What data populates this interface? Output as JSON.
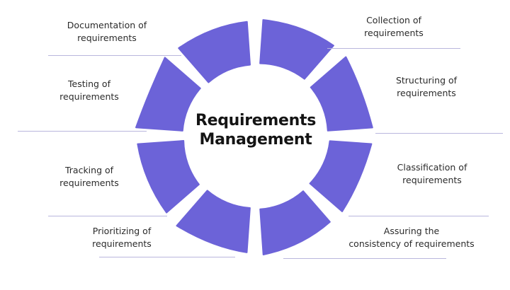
{
  "diagram": {
    "type": "cycle-donut",
    "center": {
      "line1": "Requirements",
      "line2": "Management"
    },
    "accent_color": "#6C63D8",
    "rule_color": "#B9B6DD",
    "text_color": "#2B2B2B",
    "background_color": "#FFFFFF",
    "segment_count": 8,
    "labels": {
      "documentation": {
        "line1": "Documentation of",
        "line2": "requirements"
      },
      "testing": {
        "line1": "Testing of",
        "line2": "requirements"
      },
      "tracking": {
        "line1": "Tracking of",
        "line2": "requirements"
      },
      "prioritizing": {
        "line1": "Prioritizing of",
        "line2": "requirements"
      },
      "collection": {
        "line1": "Collection of",
        "line2": "requirements"
      },
      "structuring": {
        "line1": "Structuring of",
        "line2": "requirements"
      },
      "classification": {
        "line1": "Classification of",
        "line2": "requirements"
      },
      "assuring": {
        "line1": "Assuring the",
        "line2": "consistency of requirements"
      }
    }
  },
  "chart_data": {
    "type": "pie",
    "title": "Requirements Management",
    "categories": [
      "Collection of requirements",
      "Structuring of requirements",
      "Classification of requirements",
      "Assuring the consistency of requirements",
      "Prioritizing of requirements",
      "Tracking of requirements",
      "Testing of requirements",
      "Documentation of requirements"
    ],
    "values": [
      12.5,
      12.5,
      12.5,
      12.5,
      12.5,
      12.5,
      12.5,
      12.5
    ],
    "legend": "none",
    "grid": false
  }
}
